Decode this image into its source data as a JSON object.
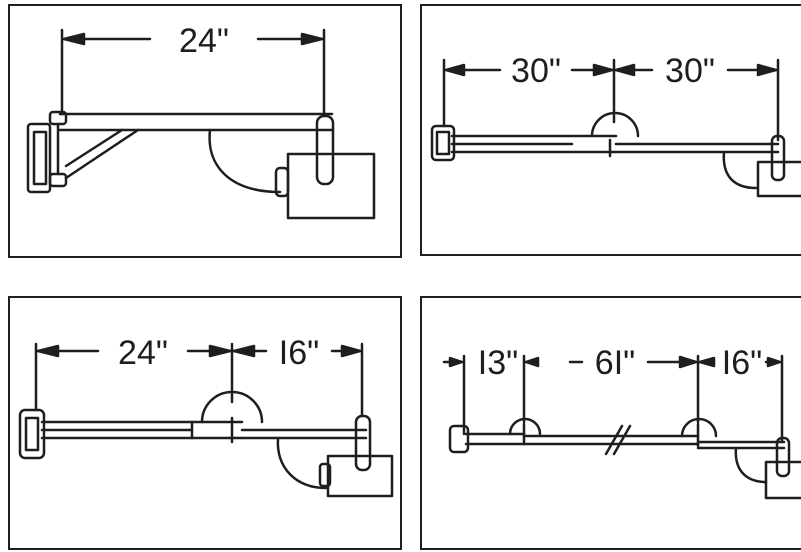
{
  "panels": [
    {
      "id": "single-pulley",
      "labels": [
        "24\""
      ]
    },
    {
      "id": "two-pulley-30-30",
      "labels": [
        "30\"",
        "30\""
      ]
    },
    {
      "id": "two-pulley-24-16",
      "labels": [
        "24\"",
        "I6\""
      ]
    },
    {
      "id": "three-pulley-13-61-16",
      "labels": [
        "I3\"",
        "6I\"",
        "I6\""
      ]
    }
  ]
}
